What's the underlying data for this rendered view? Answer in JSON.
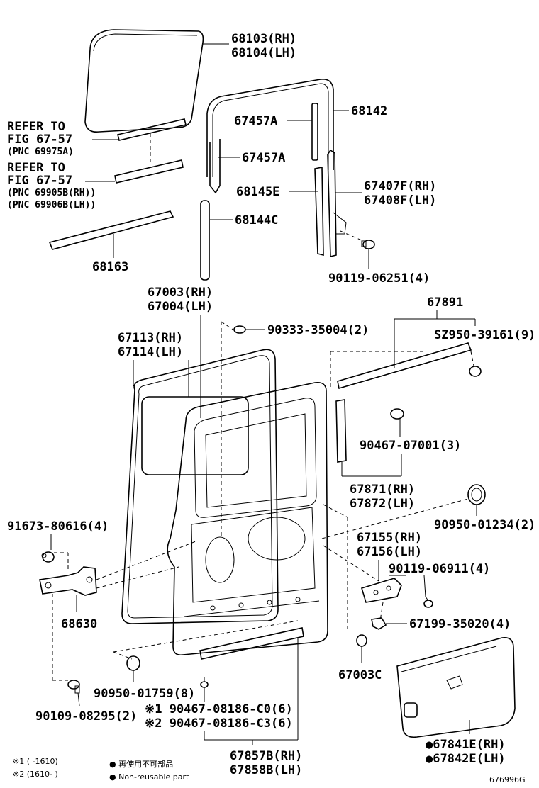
{
  "labels": {
    "glass": [
      "68103(RH)",
      "68104(LH)"
    ],
    "run_channel": "68142",
    "seal_upper_1": "67457A",
    "seal_upper_2": "67457A",
    "weatherstrip_outer": "68145E",
    "frame": [
      "67407F(RH)",
      "67408F(LH)"
    ],
    "weatherstrip_inner": "68144C",
    "screw_1": "90119-06251(4)",
    "refer_1": [
      "REFER TO",
      "FIG 67-57",
      "(PNC 69975A)"
    ],
    "refer_2": [
      "REFER TO",
      "FIG 67-57",
      "(PNC 69905B(RH))",
      "(PNC 69906B(LH))"
    ],
    "belt_strip": "68163",
    "door_panel": [
      "67003(RH)",
      "67004(LH)"
    ],
    "plug_1": "90333-35004(2)",
    "door_weatherstrip": [
      "67113(RH)",
      "67114(LH)"
    ],
    "rail": "67891",
    "screw_2": "SZ950-39161(9)",
    "clip_1": "90467-07001(3)",
    "guide": [
      "67871(RH)",
      "67872(LH)"
    ],
    "hole_plug_1": "90950-01234(2)",
    "bolt_1": "91673-80616(4)",
    "bracket": [
      "67155(RH)",
      "67156(LH)"
    ],
    "screw_3": "90119-06911(4)",
    "hinge": "68630",
    "nut_1": "67199-35020(4)",
    "plug_2": "67003C",
    "hole_plug_2": "90950-01759(8)",
    "bolt_2": "90109-08295(2)",
    "clip_2a": "※1 90467-08186-C0(6)",
    "clip_2b": "※2 90467-08186-C3(6)",
    "scuff": [
      "67857B(RH)",
      "67858B(LH)"
    ],
    "trim_board": [
      "●67841E(RH)",
      "●67842E(LH)"
    ]
  },
  "legend": {
    "note1": "※1 (     -1610)",
    "note2": "※2 (1610-     )",
    "mark1": "● 再使用不可部品",
    "mark2": "● Non-reusable part"
  },
  "figure_id": "676996G"
}
